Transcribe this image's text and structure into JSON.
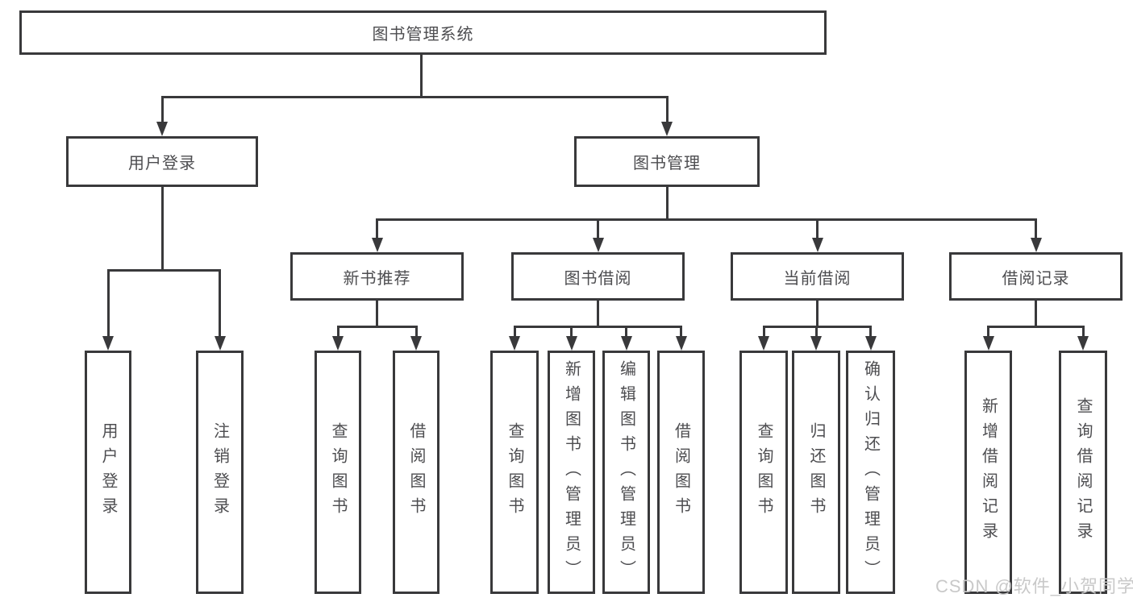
{
  "tree": {
    "root": {
      "label": "图书管理系统"
    },
    "branches": [
      {
        "label": "用户登录",
        "children": [
          {
            "label": "用户登录"
          },
          {
            "label": "注销登录"
          }
        ]
      },
      {
        "label": "图书管理",
        "groups": [
          {
            "label": "新书推荐",
            "children": [
              {
                "label": "查询图书"
              },
              {
                "label": "借阅图书"
              }
            ]
          },
          {
            "label": "图书借阅",
            "children": [
              {
                "label": "查询图书"
              },
              {
                "label": "新增图书（管理员）"
              },
              {
                "label": "编辑图书（管理员）"
              },
              {
                "label": "借阅图书"
              }
            ]
          },
          {
            "label": "当前借阅",
            "children": [
              {
                "label": "查询图书"
              },
              {
                "label": "归还图书"
              },
              {
                "label": "确认归还（管理员）"
              }
            ]
          },
          {
            "label": "借阅记录",
            "children": [
              {
                "label": "新增借阅记录"
              },
              {
                "label": "查询借阅记录"
              }
            ]
          }
        ]
      }
    ]
  },
  "watermark": {
    "text": "CSDN @软件_小贺同学"
  },
  "colors": {
    "line": "#39393b",
    "box_border": "#39393b",
    "text": "#4d4d50",
    "watermark": "#c9c9c9",
    "background": "#ffffff"
  }
}
